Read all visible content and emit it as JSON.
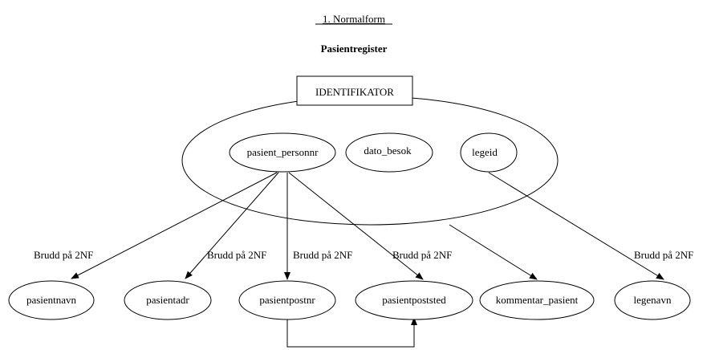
{
  "heading": "1. Normalform",
  "subheading": "Pasientregister",
  "identifier_label": "IDENTIFIKATOR",
  "key_attributes": [
    "pasient_personnr",
    "dato_besok",
    "legeid"
  ],
  "dependent_attributes": [
    "pasientnavn",
    "pasientadr",
    "pasientpostnr",
    "pasientpoststed",
    "kommentar_pasient",
    "legenavn"
  ],
  "edge_labels": [
    "Brudd på 2NF",
    "Brudd på 2NF",
    "Brudd på 2NF",
    "Brudd på 2NF",
    "Brudd på 2NF"
  ]
}
